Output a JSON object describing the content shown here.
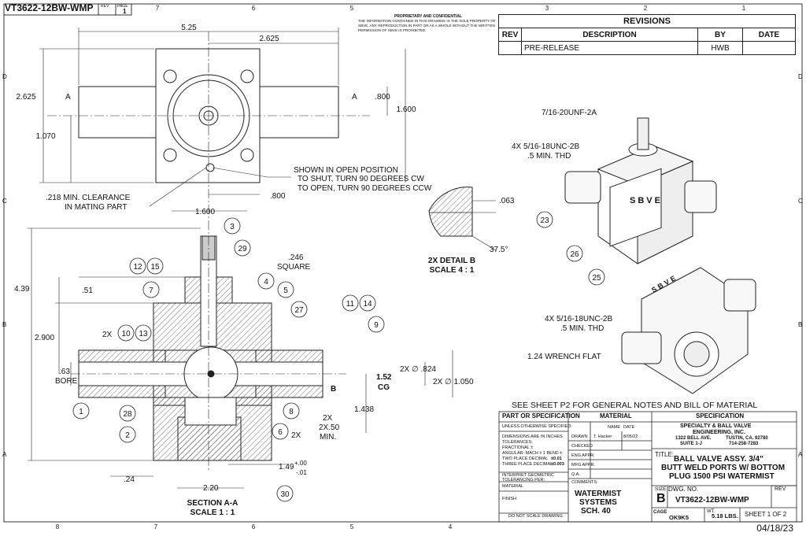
{
  "header": {
    "part_number": "VT3622-12BW-WMP",
    "rev_label": "REV",
    "page_label": "PAGE",
    "page_value": "1"
  },
  "proprietary": {
    "title": "PROPRIETARY AND CONFIDENTIAL",
    "body": "THE INFORMATION CONTAINED IN THIS DRAWING IS THE SOLE PROPERTY OF SBVE. ANY REPRODUCTION IN PART OR AS A WHOLE WITHOUT THE WRITTEN PERMISSION OF SBVE IS PROHIBITED."
  },
  "revisions": {
    "title": "REVISIONS",
    "col_rev": "REV",
    "col_desc": "DESCRIPTION",
    "col_by": "BY",
    "col_date": "DATE",
    "row_desc": "PRE-RELEASE",
    "row_by": "HWB"
  },
  "zones_top": [
    "8",
    "7",
    "6",
    "5",
    "4",
    "3",
    "2",
    "1"
  ],
  "zones_side": [
    "D",
    "C",
    "B",
    "A"
  ],
  "top_view": {
    "dim_width": "5.25",
    "dim_half": "2.625",
    "dim_height": "2.625",
    "dim_1070": "1.070",
    "dim_800": ".800",
    "dim_1600": "1.600",
    "dim_bottom_1600": "1.600",
    "dim_bottom_800": ".800",
    "section_a": "A",
    "note_open_1": "SHOWN IN OPEN POSITION",
    "note_open_2": "TO SHUT, TURN 90 DEGREES CW",
    "note_open_3": "TO OPEN, TURN 90 DEGREES CCW",
    "note_clear_1": ".218 MIN. CLEARANCE",
    "note_clear_2": "IN MATING PART"
  },
  "detail": {
    "dim_063": ".063",
    "angle": "37.5°",
    "title": "2X DETAIL B",
    "scale": "SCALE 4 : 1"
  },
  "section": {
    "dim_439": "4.39",
    "dim_51": ".51",
    "dim_2900": "2.900",
    "dim_63": ".63",
    "bore": "BORE",
    "dim_246": ".246",
    "square": "SQUARE",
    "dim_2x824": "2X ∅ .824",
    "dim_2x1050": "2X ∅ 1.050",
    "cg_val": "1.52",
    "cg": "CG",
    "detail_b": "B",
    "dim_1438": "1.438",
    "dim_2x": "2X",
    "dim_250": "2X.50",
    "min": "MIN.",
    "dim_149": "1.49",
    "tol_plus": "+.00",
    "tol_minus": "-.01",
    "dim_24": ".24",
    "dim_220": "2.20",
    "title": "SECTION A-A",
    "scale": "SCALE 1 : 1",
    "two_x_a": "2X",
    "two_x_b": "2X",
    "balloons": [
      "3",
      "29",
      "12",
      "15",
      "4",
      "7",
      "5",
      "27",
      "11",
      "14",
      "9",
      "10",
      "13",
      "1",
      "28",
      "8",
      "2",
      "6",
      "30"
    ]
  },
  "iso_view": {
    "thread_top": "7/16-20UNF-2A",
    "thread_side_1": "4X 5/16-18UNC-2B",
    ".5 min": ".5 MIN. THD",
    "label": "SBVE",
    "thread_bot_1": "4X 5/16-18UNC-2B",
    "thread_bot_2": ".5 MIN. THD",
    "wrench": "1.24 WRENCH FLAT",
    "balloons": [
      "23",
      "26",
      "25"
    ]
  },
  "notes": {
    "see_sheet": "SEE SHEET P2 FOR GENERAL NOTES AND BILL OF MATERIAL"
  },
  "title_block": {
    "part_spec": "PART OR SPECIFICATION",
    "material": "MATERIAL",
    "specification": "SPECIFICATION",
    "unless": "UNLESS OTHERWISE SPECIFIED:",
    "dims": "DIMENSIONS ARE IN INCHES",
    "tolerances": "TOLERANCES:",
    "fractional": "FRACTIONAL ±",
    "angular": "ANGULAR: MACH ± 1 BEND ±",
    "two_place": "TWO PLACE DECIMAL",
    ".01": "±0.01",
    "three_place": "THREE PLACE DECIMAL",
    "003": "±0.003",
    "interpret": "INTERPRET GEOMETRIC",
    "tol_per": "TOLERANCING PER:",
    "material_lbl": "MATERIAL",
    "finish": "FINISH",
    "do_not_scale": "DO NOT SCALE DRAWING",
    "drawn": "DRAWN",
    "drawn_by": "T. Hacker",
    "drawn_date": "8/05/22",
    "name": "NAME",
    "date": "DATE",
    "checked": "CHECKED",
    "eng": "ENG APPR.",
    "mfg": "MFG APPR.",
    "qa": "Q.A.",
    "comments": "COMMENTS:",
    "mat_1": "WATERMIST",
    "mat_2": "SYSTEMS",
    "mat_3": "SCH. 40",
    "company_1": "SPECIALTY & BALL VALVE",
    "company_2": "ENGINEERING, INC.",
    "addr_1": "1322 BELL AVE.",
    "addr_2": "TUSTIN, CA. 92780",
    "suite": "SUITE 1-J",
    "phone": "714-258-7283",
    "title_lbl": "TITLE:",
    "title_1": "BALL VALVE ASSY. 3/4\"",
    "title_2": "BUTT WELD PORTS W/ BOTTOM",
    "title_3": "PLUG 1500 PSI WATERMIST",
    "size_lbl": "SIZE",
    "size": "B",
    "dwg_lbl": "DWG. NO.",
    "dwg": "VT3622-12BW-WMP",
    "rev": "REV",
    "cage_lbl": "CAGE",
    "cage": "OK9K5",
    "wt_lbl": "WT.",
    "wt": "5.18 LBS.",
    "sheet": "SHEET 1 OF 2"
  },
  "date_stamp": "04/18/23"
}
